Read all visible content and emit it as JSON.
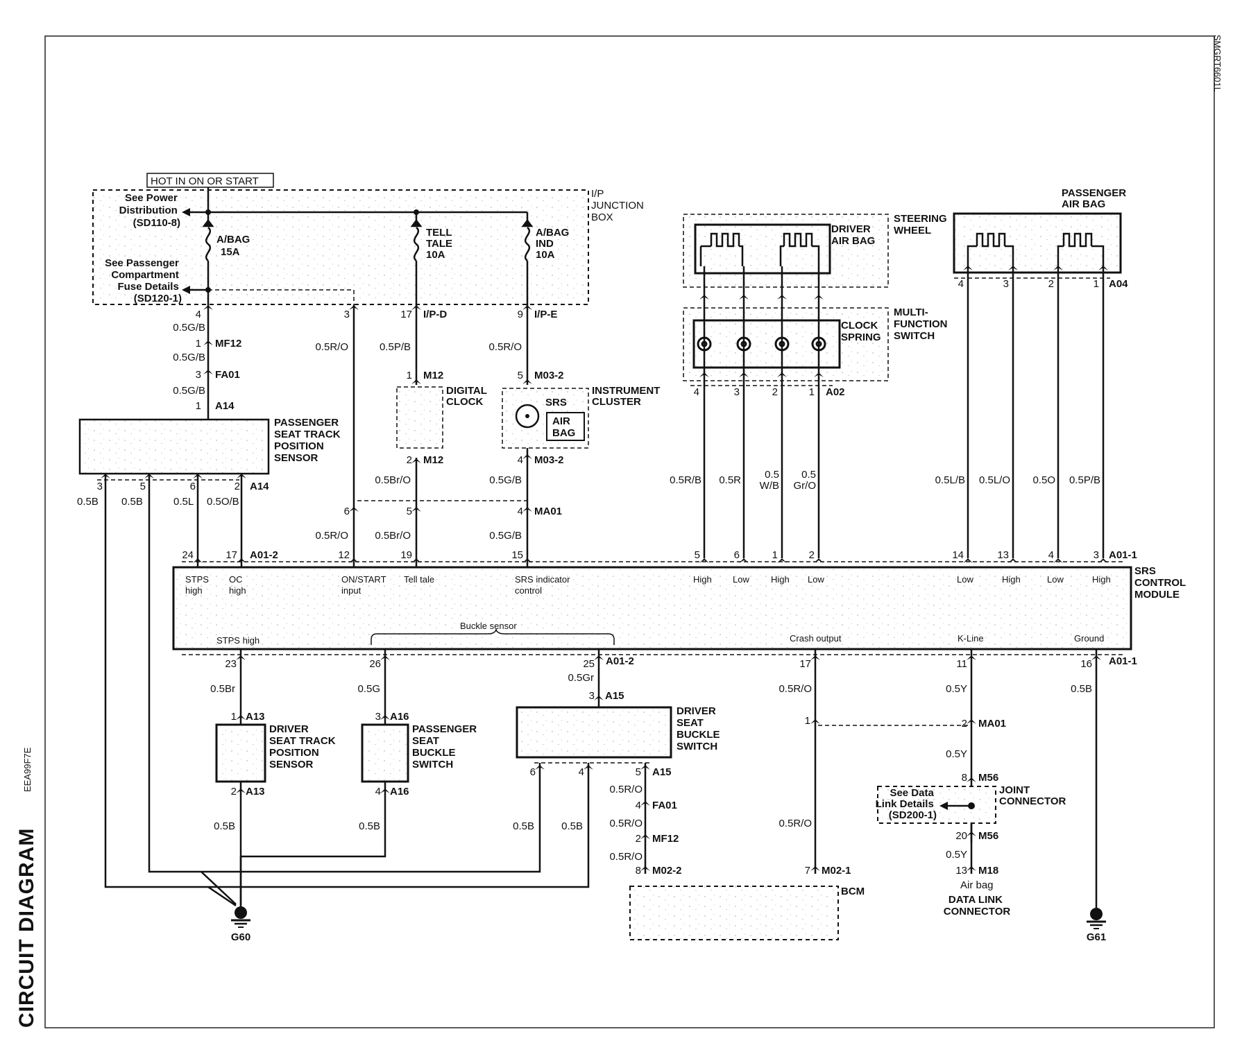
{
  "side": {
    "title": "CIRCUIT DIAGRAM",
    "code_left": "EEA99F7E",
    "code_right": "SMGRT6601L"
  },
  "power_source": "HOT IN ON OR START",
  "junction_box": {
    "name": [
      "I/P",
      "JUNCTION",
      "BOX"
    ],
    "see_power": [
      "See Power",
      "Distribution",
      "(SD110-8)"
    ],
    "see_fuse": [
      "See Passenger",
      "Compartment",
      "Fuse Details",
      "(SD120-1)"
    ],
    "fuses": [
      [
        "A/BAG",
        "15A"
      ],
      [
        "TELL",
        "TALE",
        "10A"
      ],
      [
        "A/BAG",
        "IND",
        "10A"
      ]
    ]
  },
  "steering_wheel": {
    "label": [
      "STEERING",
      "WHEEL"
    ],
    "driver_airbag": [
      "DRIVER",
      "AIR BAG"
    ],
    "clock_spring": [
      "CLOCK",
      "SPRING"
    ],
    "multi_function": [
      "MULTI-",
      "FUNCTION",
      "SWITCH"
    ],
    "pins": [
      "4",
      "3",
      "2",
      "1"
    ],
    "connector": "A02",
    "wires": [
      "0.5R/B",
      "0.5R",
      "0.5\nW/B",
      "0.5\nGr/O"
    ]
  },
  "passenger_airbag": {
    "label": [
      "PASSENGER",
      "AIR BAG"
    ],
    "pins": [
      "4",
      "3",
      "2",
      "1"
    ],
    "connector": "A04",
    "wires": [
      "0.5L/B",
      "0.5L/O",
      "0.5O",
      "0.5P/B"
    ]
  },
  "left_chain": {
    "pin_top": "4",
    "wire1": "0.5G/B",
    "pin1": "1",
    "conn1": "MF12",
    "wire2": "0.5G/B",
    "pin2": "3",
    "conn2": "FA01",
    "wire3": "0.5G/B",
    "pin3": "1",
    "conn3": "A14"
  },
  "pstps": {
    "label": [
      "PASSENGER",
      "SEAT TRACK",
      "POSITION",
      "SENSOR"
    ],
    "pins": [
      "3",
      "5",
      "6",
      "2"
    ],
    "connector": "A14",
    "wires": [
      "0.5B",
      "0.5B",
      "0.5L",
      "0.5O/B"
    ]
  },
  "middle": {
    "jb_pins": [
      "3",
      "17",
      "9"
    ],
    "jb_conns": [
      "I/P-D",
      "I/P-E"
    ],
    "wires_top": [
      "0.5R/O",
      "0.5P/B",
      "0.5R/O"
    ],
    "digital_clock": [
      "DIGITAL",
      "CLOCK"
    ],
    "clock_pins": [
      "1",
      "2"
    ],
    "clock_conn": "M12",
    "cluster_pins": [
      "5",
      "4"
    ],
    "cluster_conn": "M03-2",
    "instrument_cluster": [
      "INSTRUMENT",
      "CLUSTER"
    ],
    "srs_lamp": "SRS",
    "airbag_lamp": [
      "AIR",
      "BAG"
    ],
    "wires_mid": [
      "0.5Br/O",
      "0.5G/B"
    ],
    "ma01_pins": [
      "6",
      "5",
      "4"
    ],
    "ma01_conn": "MA01",
    "wires_low": [
      "0.5R/O",
      "0.5Br/O",
      "0.5G/B"
    ]
  },
  "module": {
    "label": [
      "SRS",
      "CONTROL",
      "MODULE"
    ],
    "conn_a012": "A01-2",
    "conn_a011": "A01-1",
    "top_pins": [
      "24",
      "17",
      "12",
      "19",
      "15",
      "5",
      "6",
      "1",
      "2",
      "14",
      "13",
      "4",
      "3"
    ],
    "top_labels": [
      [
        "STPS",
        "high"
      ],
      [
        "OC",
        "high"
      ],
      [
        "ON/START",
        "input"
      ],
      [
        "Tell tale"
      ],
      [
        "SRS indicator",
        "control"
      ],
      [
        "High"
      ],
      [
        "Low"
      ],
      [
        "High"
      ],
      [
        "Low"
      ],
      [
        "Low"
      ],
      [
        "High"
      ],
      [
        "Low"
      ],
      [
        "High"
      ]
    ],
    "bottom_labels": [
      "STPS high",
      "Buckle sensor",
      "Crash output",
      "K-Line",
      "Ground"
    ],
    "bottom_pins": [
      "23",
      "26",
      "25",
      "17",
      "11",
      "16"
    ]
  },
  "bottom": {
    "wires_top": [
      "0.5Br",
      "0.5G",
      "0.5Gr",
      "0.5R/O",
      "0.5Y",
      "0.5B"
    ],
    "dstps": [
      "DRIVER",
      "SEAT TRACK",
      "POSITION",
      "SENSOR"
    ],
    "dstps_pins": [
      "1",
      "2"
    ],
    "dstps_conn": "A13",
    "psbs": [
      "PASSENGER",
      "SEAT",
      "BUCKLE",
      "SWITCH"
    ],
    "psbs_pins": [
      "3",
      "4"
    ],
    "psbs_conn": "A16",
    "dsbs": [
      "DRIVER",
      "SEAT",
      "BUCKLE",
      "SWITCH"
    ],
    "dsbs_pins": [
      "3",
      "6",
      "4",
      "5"
    ],
    "dsbs_conn": "A15",
    "ground_wires": [
      "0.5B",
      "0.5B",
      "0.5B",
      "0.5B"
    ],
    "chain": {
      "wire1": "0.5R/O",
      "pin1": "4",
      "conn1": "FA01",
      "wire2": "0.5R/O",
      "pin2": "2",
      "conn2": "MF12",
      "wire3": "0.5R/O",
      "pin3": "8",
      "conn3": "M02-2"
    },
    "crash": {
      "pin1": "1",
      "wire": "0.5R/O",
      "pin2": "7",
      "conn2": "M02-1"
    },
    "bcm": "BCM",
    "kline": {
      "pin_ma01": "2",
      "conn_ma01": "MA01",
      "wire2": "0.5Y",
      "pin_m56a": "8",
      "conn_m56": "M56",
      "pin_m56b": "20",
      "wire3": "0.5Y",
      "pin_m18": "13",
      "conn_m18": "M18"
    },
    "see_data": [
      "See Data",
      "Link Details",
      "(SD200-1)"
    ],
    "joint_connector": [
      "JOINT",
      "CONNECTOR"
    ],
    "airbag_pin_label": "Air bag",
    "data_link": [
      "DATA LINK",
      "CONNECTOR"
    ],
    "g60": "G60",
    "g61": "G61"
  }
}
